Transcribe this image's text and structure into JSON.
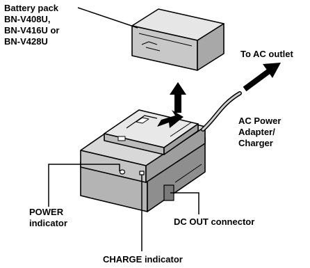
{
  "labels": {
    "battery_pack": [
      "Battery pack",
      "BN-V408U,",
      "BN-V416U or",
      "BN-V428U"
    ],
    "ac_outlet": "To AC outlet",
    "adapter": [
      "AC Power",
      "Adapter/",
      "Charger"
    ],
    "power_indicator": [
      "POWER",
      "indicator"
    ],
    "dc_out": "DC OUT connector",
    "charge_indicator": "CHARGE indicator"
  },
  "colors": {
    "outline": "#000000",
    "body_light": "#dcdcdc",
    "body_mid": "#c4c4c4",
    "body_dark": "#9e9e9e",
    "background": "#ffffff"
  }
}
